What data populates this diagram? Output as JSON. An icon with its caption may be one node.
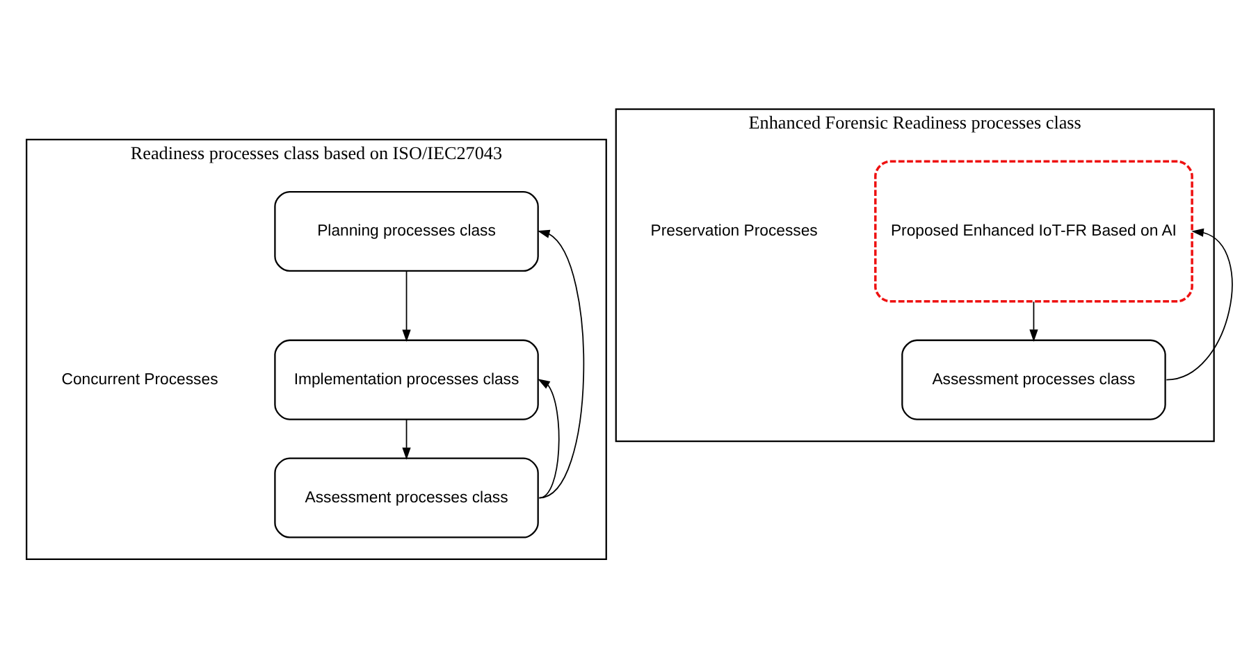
{
  "diagram": {
    "nodes": [
      {
        "text": [
          "Readiness processes class based on ISO/IEC27043"
        ]
      },
      {
        "text": [
          "Planning processes class"
        ],
        "in": 0
      },
      {
        "text": [
          "Implementation processes class"
        ],
        "in": 0
      },
      {
        "text": [
          "Assessment processes class"
        ],
        "in": 0
      },
      {
        "text": [
          "Enhanced Forensic Readiness processes class"
        ]
      },
      {
        "text": [
          "Proposed Enhanced IoT-FR Based on AI"
        ],
        "in": 4
      },
      {
        "text": [
          "Assessment processes class"
        ],
        "in": 4
      }
    ],
    "edges": [
      {
        "from": 1,
        "to": 2,
        "arrow": "to"
      },
      {
        "from": 2,
        "to": 3,
        "arrow": "to"
      },
      {
        "from": 3,
        "to": 1,
        "arrow": "to"
      },
      {
        "from": 3,
        "to": 2,
        "arrow": "to"
      },
      {
        "from": 5,
        "to": 6,
        "arrow": "to"
      },
      {
        "from": 6,
        "to": 5,
        "arrow": "to"
      }
    ],
    "labels": [
      "Concurrent Processes",
      "Preservation Processes"
    ]
  }
}
